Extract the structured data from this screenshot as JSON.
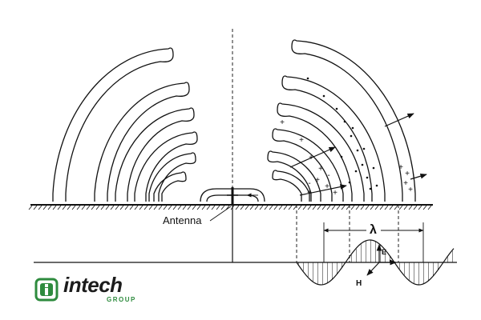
{
  "diagram": {
    "labels": {
      "antenna": "Antenna",
      "wavelength": "λ",
      "e_field": "E",
      "h_field": "H"
    },
    "symbols": {
      "plus": "+",
      "minus": "-"
    }
  },
  "logo": {
    "word": "intech",
    "sub": "GROUP",
    "colors": {
      "green": "#2e8b3e",
      "dark": "#1c1c1c"
    }
  }
}
